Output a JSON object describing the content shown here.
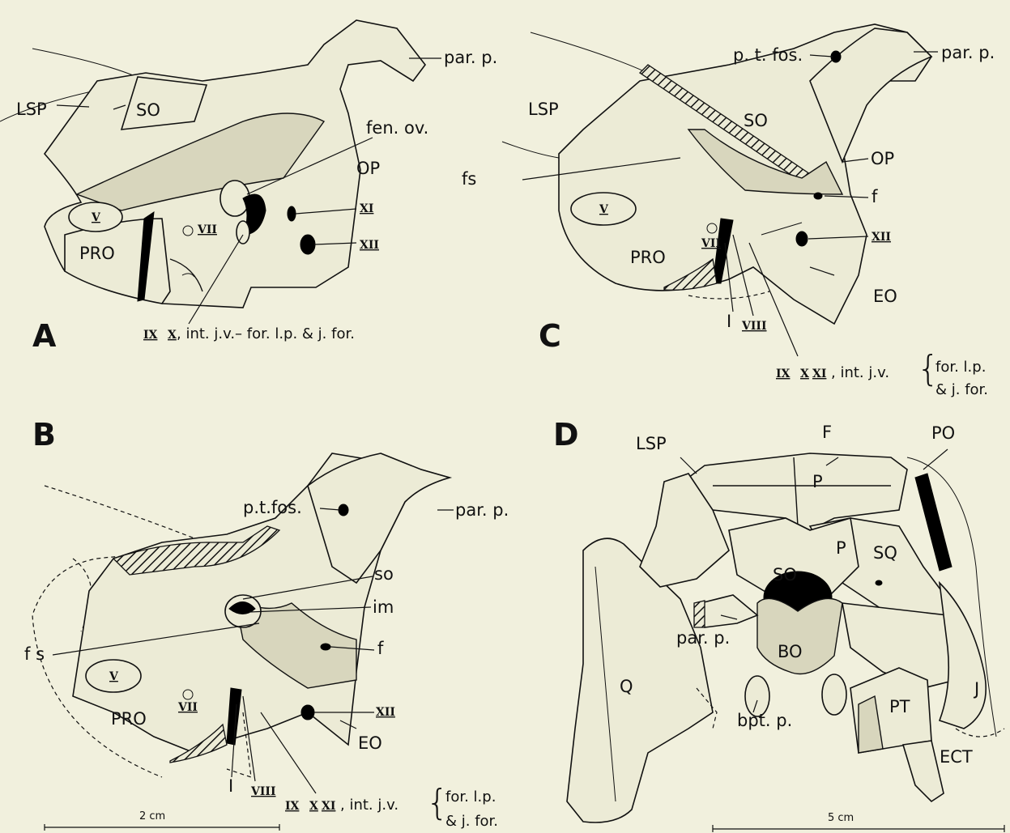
{
  "panels": {
    "A": {
      "letter": "A",
      "labels": {
        "lsp": "LSP",
        "so": "SO",
        "pro": "PRO",
        "op": "OP",
        "par_p": "par. p.",
        "fen_ov": "fen. ov.",
        "v": "V",
        "vii": "VII",
        "xi": "XI",
        "xii": "XII",
        "ix": "IX",
        "x": "X",
        "caption": ", int. j.v.– for. l.p. & j. for."
      }
    },
    "B": {
      "letter": "B",
      "labels": {
        "p_t_fos": "p.t.fos.",
        "par_p": "par. p.",
        "so": "so",
        "im": "im",
        "fs": "f s",
        "v": "V",
        "vii": "VII",
        "pro": "PRO",
        "f": "f",
        "xii": "XII",
        "eo": "EO",
        "i": "I",
        "viii": "VIII",
        "ix": "IX",
        "x": "X",
        "xi": "XI",
        "int_jv": ", int. j.v.",
        "for_lp": "for. l.p.",
        "j_for": "& j. for."
      },
      "scale_label": "2 cm"
    },
    "C": {
      "letter": "C",
      "labels": {
        "p_t_fos": "p. t. fos.",
        "par_p": "par. p.",
        "lsp": "LSP",
        "so": "SO",
        "op": "OP",
        "fs": "fs",
        "f": "f",
        "v": "V",
        "vii": "VII",
        "pro": "PRO",
        "xii": "XII",
        "eo": "EO",
        "i": "I",
        "viii": "VIII",
        "ix": "IX",
        "x": "X",
        "xi": "XI",
        "int_jv": ", int. j.v.",
        "for_lp": "for. l.p.",
        "j_for": "& j. for."
      }
    },
    "D": {
      "letter": "D",
      "labels": {
        "lsp": "LSP",
        "f": "F",
        "po": "PO",
        "p_top": "P",
        "p_mid": "P",
        "sq": "SQ",
        "so": "SO",
        "par_p": "par. p.",
        "bo": "BO",
        "q": "Q",
        "bpt_p": "bpt. p.",
        "pt": "PT",
        "j": "J",
        "ect": "ECT"
      },
      "scale_label": "5 cm"
    }
  },
  "colors": {
    "background": "#f1f0dd",
    "ink": "#111111"
  }
}
